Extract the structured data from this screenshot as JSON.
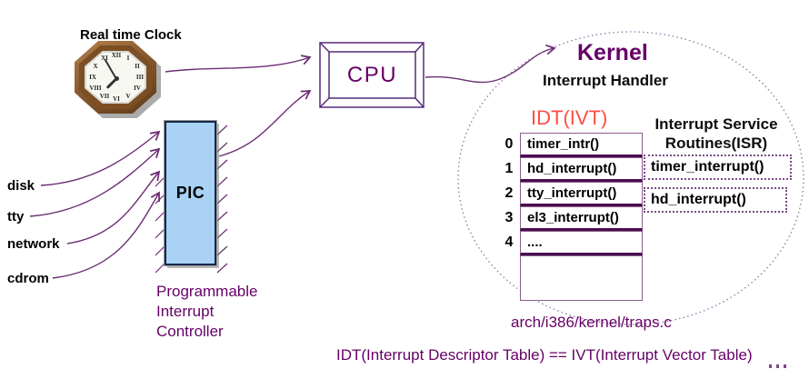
{
  "colors": {
    "accent_purple": "#660066",
    "connector_purple": "#6b2e73",
    "idt_title_red": "#ff4d42",
    "pic_fill": "#a9d2f4",
    "table_border_dark": "#4a0e50",
    "clock_frame_brown": "#7c4e24"
  },
  "clock": {
    "label": "Real time Clock",
    "numerals": [
      "XII",
      "I",
      "II",
      "III",
      "IV",
      "V",
      "VI",
      "VII",
      "VIII",
      "IX",
      "X",
      "XI"
    ]
  },
  "devices": [
    "disk",
    "tty",
    "network",
    "cdrom"
  ],
  "pic": {
    "label": "PIC",
    "caption": "Programmable\nInterrupt\nController"
  },
  "cpu": {
    "label": "CPU"
  },
  "kernel": {
    "title": "Kernel",
    "subtitle": "Interrupt Handler",
    "idt_title": "IDT(IVT)",
    "idt_rows": [
      {
        "index": "0",
        "entry": "timer_intr()"
      },
      {
        "index": "1",
        "entry": "hd_interrupt()"
      },
      {
        "index": "2",
        "entry": "tty_interrupt()"
      },
      {
        "index": "3",
        "entry": "el3_interrupt()"
      },
      {
        "index": "4",
        "entry": "...."
      }
    ],
    "isr_title": "Interrupt Service\nRoutines(ISR)",
    "isr_routines": [
      "timer_interrupt()",
      "hd_interrupt()"
    ],
    "source_file": "arch/i386/kernel/traps.c"
  },
  "footer": "IDT(Interrupt Descriptor Table) == IVT(Interrupt Vector Table)"
}
